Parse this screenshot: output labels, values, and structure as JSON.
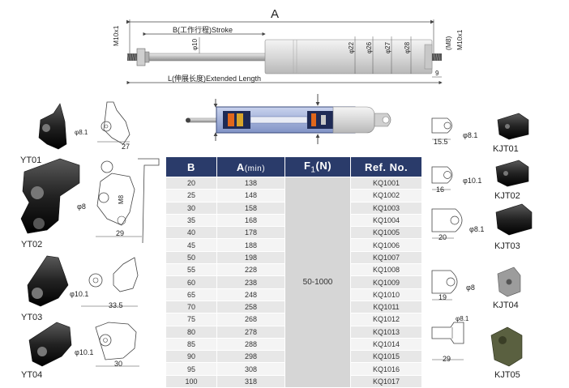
{
  "dimensions": {
    "a": "A",
    "b_stroke": "B(工作行程)Stroke",
    "l_extended": "L(伸展长度)Extended Length",
    "rod_dia": "φ10",
    "thread_left": "M10x1",
    "thread_right": "M10x1",
    "thread_right_alt": "(M8)",
    "dia_22": "φ22",
    "dia_26": "φ26",
    "dia_27": "φ27",
    "dia_28": "φ28",
    "end_length": "9"
  },
  "table": {
    "headers": {
      "b": "B",
      "a": "A",
      "a_sub": "(min)",
      "f": "F",
      "f_sub": "1",
      "f_unit": "(N)",
      "ref": "Ref. No."
    },
    "force_range": "50-1000",
    "rows": [
      {
        "b": "20",
        "a": "138",
        "ref": "KQ1001"
      },
      {
        "b": "25",
        "a": "148",
        "ref": "KQ1002"
      },
      {
        "b": "30",
        "a": "158",
        "ref": "KQ1003"
      },
      {
        "b": "35",
        "a": "168",
        "ref": "KQ1004"
      },
      {
        "b": "40",
        "a": "178",
        "ref": "KQ1005"
      },
      {
        "b": "45",
        "a": "188",
        "ref": "KQ1006"
      },
      {
        "b": "50",
        "a": "198",
        "ref": "KQ1007"
      },
      {
        "b": "55",
        "a": "228",
        "ref": "KQ1008"
      },
      {
        "b": "60",
        "a": "238",
        "ref": "KQ1009"
      },
      {
        "b": "65",
        "a": "248",
        "ref": "KQ1010"
      },
      {
        "b": "70",
        "a": "258",
        "ref": "KQ1011"
      },
      {
        "b": "75",
        "a": "268",
        "ref": "KQ1012"
      },
      {
        "b": "80",
        "a": "278",
        "ref": "KQ1013"
      },
      {
        "b": "85",
        "a": "288",
        "ref": "KQ1014"
      },
      {
        "b": "90",
        "a": "298",
        "ref": "KQ1015"
      },
      {
        "b": "95",
        "a": "308",
        "ref": "KQ1016"
      },
      {
        "b": "100",
        "a": "318",
        "ref": "KQ1017"
      }
    ]
  },
  "left_parts": [
    {
      "label": "YT01",
      "dim1": "φ8.1",
      "dim2": "27"
    },
    {
      "label": "YT02",
      "dim1": "φ8",
      "dim2": "29",
      "dim3": "M8"
    },
    {
      "label": "YT03",
      "dim1": "φ10.1",
      "dim2": "33.5"
    },
    {
      "label": "YT04",
      "dim1": "φ10.1",
      "dim2": "30"
    }
  ],
  "right_parts": [
    {
      "label": "KJT01",
      "dim1": "φ8.1",
      "dim2": "15.5"
    },
    {
      "label": "KJT02",
      "dim1": "φ10.1",
      "dim2": "16"
    },
    {
      "label": "KJT03",
      "dim1": "φ8.1",
      "dim2": "20"
    },
    {
      "label": "KJT04",
      "dim1": "φ8",
      "dim2": "19"
    },
    {
      "label": "KJT05",
      "dim1": "φ8.1",
      "dim2": "29"
    }
  ],
  "colors": {
    "table_header": "#2a3b6a",
    "dimension_line": "#444444"
  }
}
